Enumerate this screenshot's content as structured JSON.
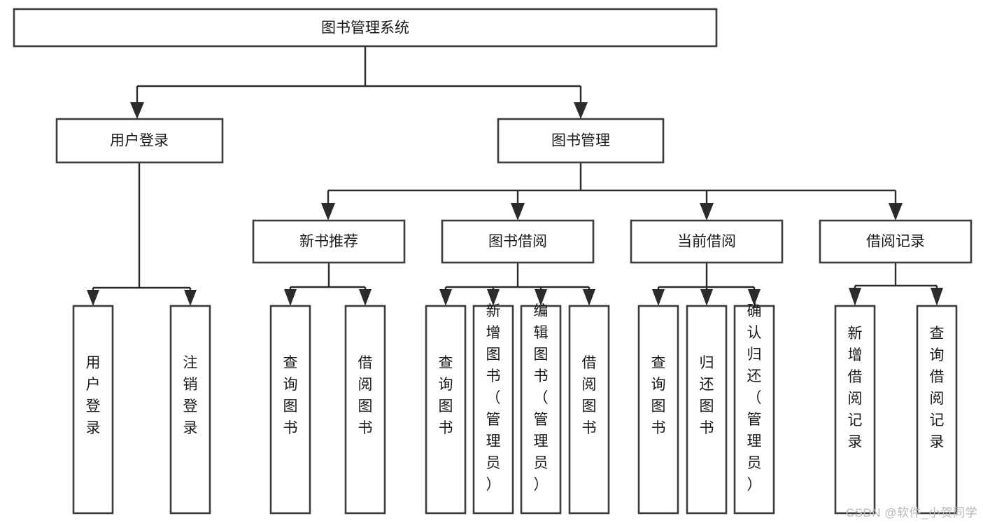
{
  "diagram": {
    "type": "tree-hierarchy",
    "title": "图书管理系统",
    "watermark": "CSDN @软件_小贺同学",
    "colors": {
      "box_stroke": "#3c3c3c",
      "box_fill": "#ffffff",
      "connector": "#2b2b2b",
      "text": "#1a1a1a",
      "watermark": "#b8b8b8",
      "background": "#ffffff"
    },
    "root": {
      "label": "图书管理系统"
    },
    "level2": [
      {
        "label": "用户登录"
      },
      {
        "label": "图书管理"
      }
    ],
    "level3": [
      {
        "label": "新书推荐",
        "parent": "图书管理"
      },
      {
        "label": "图书借阅",
        "parent": "图书管理"
      },
      {
        "label": "当前借阅",
        "parent": "图书管理"
      },
      {
        "label": "借阅记录",
        "parent": "图书管理"
      }
    ],
    "leaves": {
      "用户登录": [
        {
          "label": "用户登录"
        },
        {
          "label": "注销登录"
        }
      ],
      "新书推荐": [
        {
          "label": "查询图书"
        },
        {
          "label": "借阅图书"
        }
      ],
      "图书借阅": [
        {
          "label": "查询图书"
        },
        {
          "label": "新增图书（管理员）"
        },
        {
          "label": "编辑图书（管理员）"
        },
        {
          "label": "借阅图书"
        }
      ],
      "当前借阅": [
        {
          "label": "查询图书"
        },
        {
          "label": "归还图书"
        },
        {
          "label": "确认归还（管理员）"
        }
      ],
      "借阅记录": [
        {
          "label": "新增借阅记录"
        },
        {
          "label": "查询借阅记录"
        }
      ]
    }
  }
}
